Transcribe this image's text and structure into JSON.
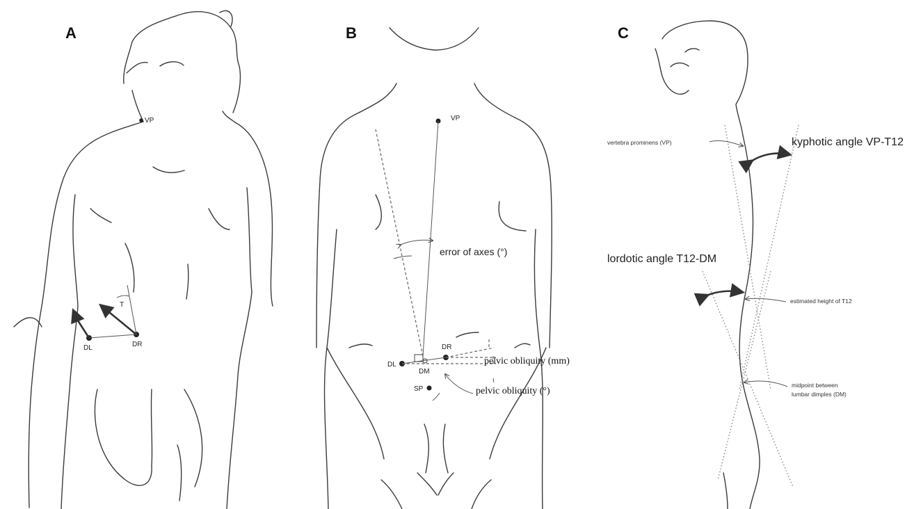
{
  "panels": {
    "a": {
      "label": "A",
      "landmarks": {
        "vp": "VP",
        "dl": "DL",
        "dr": "DR",
        "t": "T"
      }
    },
    "b": {
      "label": "B",
      "landmarks": {
        "vp": "VP",
        "dl": "DL",
        "dr": "DR",
        "dm": "DM",
        "sp": "SP"
      },
      "annotations": {
        "error_of_axes": "error of axes (°)",
        "pelvic_obliquity_mm": "pelvic obliquity (mm)",
        "pelvic_obliquity_deg": "pelvic obliquity (°)"
      }
    },
    "c": {
      "label": "C",
      "annotations": {
        "vertebra_prominens": "vertebra prominens (VP)",
        "kyphotic_angle": "kyphotic angle VP-T12",
        "lordotic_angle": "lordotic angle T12-DM",
        "estimated_t12": "estimated height of T12",
        "midpoint_line1": "midpoint between",
        "midpoint_line2": "lumbar dimples (DM)"
      }
    }
  }
}
